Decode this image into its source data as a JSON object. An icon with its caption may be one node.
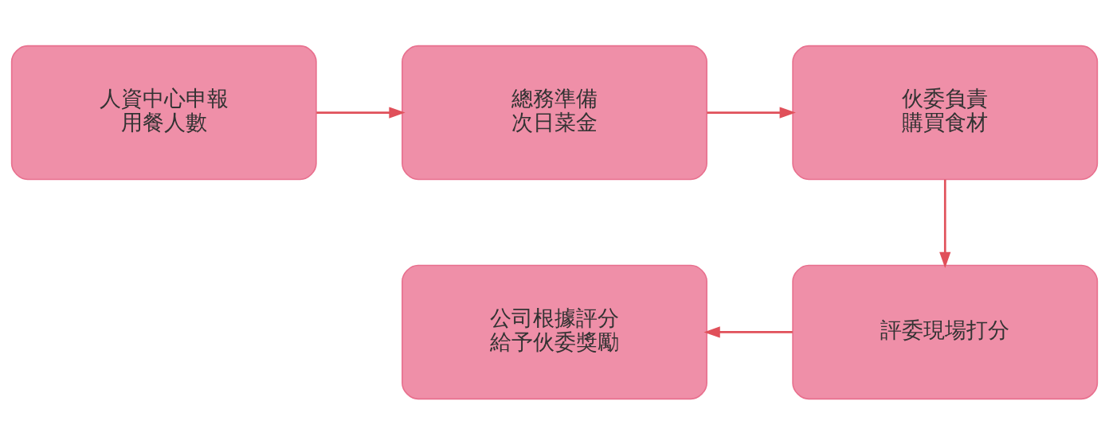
{
  "diagram": {
    "nodes": [
      {
        "text": [
          "人資中心申報用餐人數"
        ]
      },
      {
        "text": [
          "總務準備次日菜金"
        ]
      },
      {
        "text": [
          "伙委負責購買食材"
        ]
      },
      {
        "text": [
          "評委現場打分"
        ]
      },
      {
        "text": [
          "公司根據評分給予伙委獎勵"
        ]
      }
    ],
    "edges": [
      {
        "from": 0,
        "to": 1,
        "arrow": "to"
      },
      {
        "from": 1,
        "to": 2,
        "arrow": "to"
      },
      {
        "from": 2,
        "to": 3,
        "arrow": "to"
      },
      {
        "from": 3,
        "to": 4,
        "arrow": "to"
      }
    ]
  }
}
